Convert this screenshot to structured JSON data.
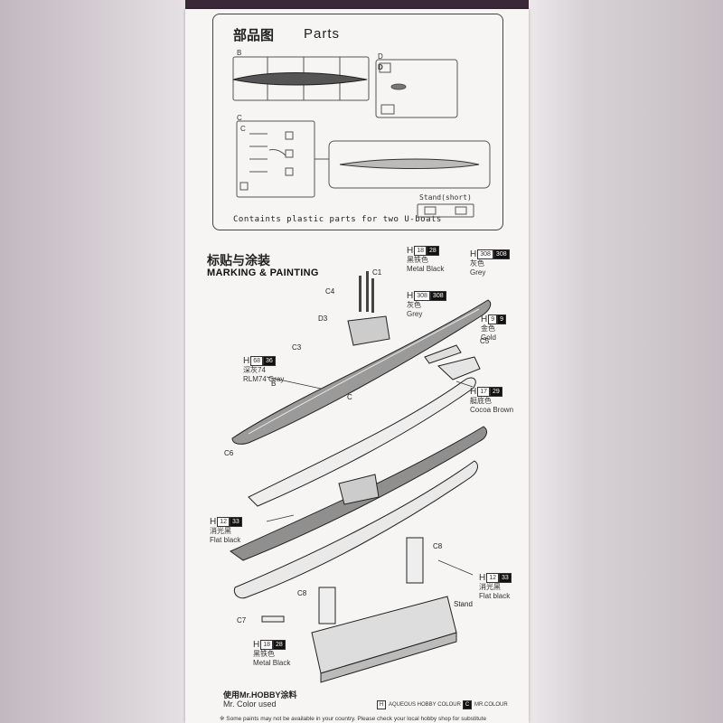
{
  "parts": {
    "title_cn": "部品图",
    "title_en": "Parts",
    "runner_b": "B",
    "runner_c": "C",
    "runner_d": "D",
    "c_label": "C",
    "d_label": "D",
    "stand_label": "Stand(short)",
    "note": "Containts plastic parts for two U-boats"
  },
  "marking": {
    "title_cn": "标贴与涂装",
    "title_en": "MARKING & PAINTING"
  },
  "callouts": {
    "metal_black_top": {
      "h": "H",
      "aq": "18",
      "mr": "28",
      "cn": "黑铁色",
      "en": "Metal  Black"
    },
    "grey_top": {
      "h": "H",
      "aq": "308",
      "mr": "308",
      "cn": "灰色",
      "en": "Grey"
    },
    "grey_mid": {
      "h": "H",
      "aq": "308",
      "mr": "308",
      "cn": "灰色",
      "en": "Grey"
    },
    "gold": {
      "h": "H",
      "aq": "9",
      "mr": "9",
      "cn": "金色",
      "en": "Gold"
    },
    "rlm74": {
      "h": "H",
      "aq": "68",
      "mr": "36",
      "cn": "深灰74",
      "en": "RLM74 Gray"
    },
    "cocoa": {
      "h": "H",
      "aq": "17",
      "mr": "29",
      "cn": "艇底色",
      "en": "Cocoa Brown"
    },
    "flat_black_left": {
      "h": "H",
      "aq": "12",
      "mr": "33",
      "cn": "消光黑",
      "en": "Flat black"
    },
    "flat_black_right": {
      "h": "H",
      "aq": "12",
      "mr": "33",
      "cn": "消光黑",
      "en": "Flat black"
    },
    "metal_black_bottom": {
      "h": "H",
      "aq": "18",
      "mr": "28",
      "cn": "黑铁色",
      "en": "Metal  Black"
    }
  },
  "part_labels": {
    "c1": "C1",
    "c4": "C4",
    "d3": "D3",
    "c3": "C3",
    "c5": "C5",
    "b": "B",
    "c": "C",
    "c6": "C6",
    "c8a": "C8",
    "c8b": "C8",
    "c7": "C7",
    "stand": "Stand"
  },
  "footer": {
    "use_cn": "使用Mr.HOBBY涂料",
    "mr_color": "Mr. Color used",
    "aqueous_legend": "AQUEOUS HOBBY COLOUR",
    "mr_legend": "MR.COLOUR",
    "note": "※ Some paints may not be available in your country. Please check your local hobby shop for substitute"
  }
}
